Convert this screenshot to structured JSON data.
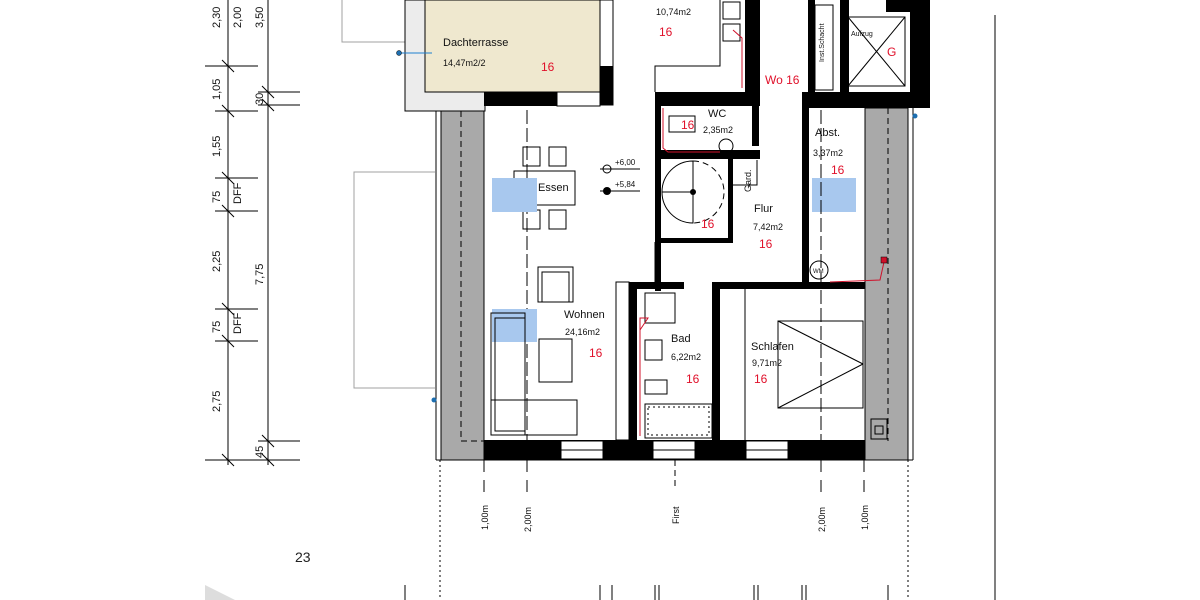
{
  "rooms": {
    "dachterrasse": {
      "name": "Dachterrasse",
      "area": "14,47m2/2",
      "code": "16"
    },
    "top_room": {
      "area": "10,74m2",
      "code": "16"
    },
    "wohnung_label": "Wo 16",
    "wc": {
      "name": "WC",
      "area": "2,35m2",
      "code": "16"
    },
    "abst": {
      "name": "Abst.",
      "area": "3,37m2",
      "code": "16"
    },
    "essen": {
      "name": "Essen"
    },
    "flur": {
      "name": "Flur",
      "area": "7,42m2",
      "code": "16"
    },
    "stair": {
      "code": "16"
    },
    "garderobe": {
      "name": "Gard."
    },
    "wohnen": {
      "name": "Wohnen",
      "area": "24,16m2",
      "code": "16"
    },
    "bad": {
      "name": "Bad",
      "area": "6,22m2",
      "code": "16"
    },
    "schlafen": {
      "name": "Schlafen",
      "area": "9,71m2",
      "code": "16"
    },
    "shaft": {
      "name": "Inst.Schacht"
    },
    "elevator": {
      "name": "Aufzug",
      "code": "G"
    },
    "washer": {
      "name": "WM"
    }
  },
  "levels": {
    "upper": "+6,00",
    "lower": "+5,84"
  },
  "dimensions_left": {
    "outer": [
      "2,30",
      "1,05",
      "1,55",
      "75",
      "2,25",
      "75",
      "2,75"
    ],
    "middle": [
      "2,00",
      "DFF",
      "DFF"
    ],
    "inner": [
      "3,50",
      "30",
      "7,75",
      "45"
    ]
  },
  "height_lines": [
    "1,00m",
    "2,00m",
    "First",
    "2,00m",
    "1,00m"
  ],
  "page_number": "23",
  "colors": {
    "terrace": "#efe8cf",
    "roof_slope": "#a9a9a9",
    "window_marker": "#a8c8ee",
    "room_code": "#e0102a"
  }
}
